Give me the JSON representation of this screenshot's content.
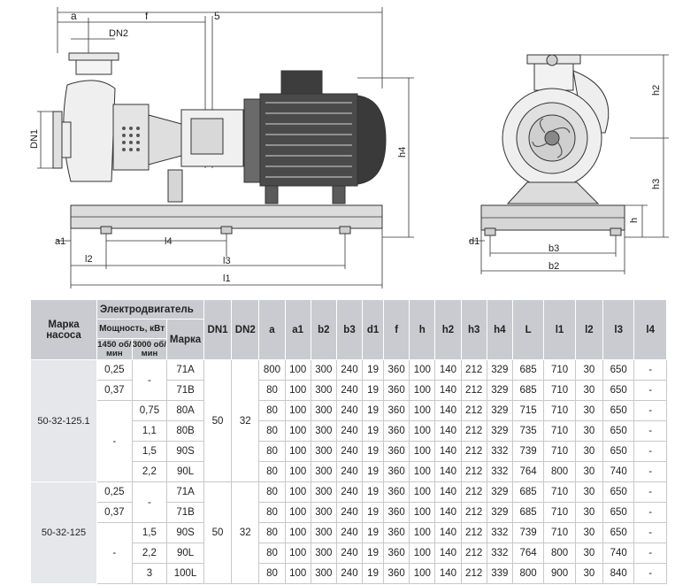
{
  "drawing": {
    "side_view": {
      "labels": [
        "a",
        "f",
        "5",
        "DN2",
        "DN1",
        "h4",
        "a1",
        "l2",
        "l4",
        "l3",
        "l1"
      ]
    },
    "front_view": {
      "labels": [
        "h2",
        "h3",
        "h",
        "d1",
        "b3",
        "b2"
      ]
    },
    "colors": {
      "line": "#333333",
      "motor": "#4a4a4a",
      "frame": "#dcdcdc"
    }
  },
  "table": {
    "header": {
      "model": "Марка насоса",
      "motor": "Электродвигатель",
      "power": "Мощность, кВт",
      "speed_1450": "1450 об/мин",
      "speed_3000": "3000 об/мин",
      "motor_model": "Марка",
      "columns": [
        "DN1",
        "DN2",
        "a",
        "a1",
        "b2",
        "b3",
        "d1",
        "f",
        "h",
        "h2",
        "h3",
        "h4",
        "L",
        "l1",
        "l2",
        "l3",
        "l4"
      ]
    },
    "groups": [
      {
        "model": "50-32-125.1",
        "dn1": "50",
        "dn2": "32",
        "rows": [
          {
            "p1450": "0,25",
            "p3000": "-",
            "motor": "71A",
            "dims": [
              "800",
              "100",
              "300",
              "240",
              "19",
              "360",
              "100",
              "140",
              "212",
              "329",
              "685",
              "710",
              "30",
              "650",
              "-"
            ]
          },
          {
            "p1450": "0,37",
            "p3000": "",
            "motor": "71B",
            "dims": [
              "80",
              "100",
              "300",
              "240",
              "19",
              "360",
              "100",
              "140",
              "212",
              "329",
              "685",
              "710",
              "30",
              "650",
              "-"
            ]
          },
          {
            "p1450": "-",
            "p3000": "0,75",
            "motor": "80A",
            "dims": [
              "80",
              "100",
              "300",
              "240",
              "19",
              "360",
              "100",
              "140",
              "212",
              "329",
              "715",
              "710",
              "30",
              "650",
              "-"
            ]
          },
          {
            "p1450": "",
            "p3000": "1,1",
            "motor": "80B",
            "dims": [
              "80",
              "100",
              "300",
              "240",
              "19",
              "360",
              "100",
              "140",
              "212",
              "329",
              "735",
              "710",
              "30",
              "650",
              "-"
            ]
          },
          {
            "p1450": "",
            "p3000": "1,5",
            "motor": "90S",
            "dims": [
              "80",
              "100",
              "300",
              "240",
              "19",
              "360",
              "100",
              "140",
              "212",
              "332",
              "739",
              "710",
              "30",
              "650",
              "-"
            ]
          },
          {
            "p1450": "",
            "p3000": "2,2",
            "motor": "90L",
            "dims": [
              "80",
              "100",
              "300",
              "240",
              "19",
              "360",
              "100",
              "140",
              "212",
              "332",
              "764",
              "800",
              "30",
              "740",
              "-"
            ]
          }
        ]
      },
      {
        "model": "50-32-125",
        "dn1": "50",
        "dn2": "32",
        "rows": [
          {
            "p1450": "0,25",
            "p3000": "-",
            "motor": "71A",
            "dims": [
              "80",
              "100",
              "300",
              "240",
              "19",
              "360",
              "100",
              "140",
              "212",
              "329",
              "685",
              "710",
              "30",
              "650",
              "-"
            ]
          },
          {
            "p1450": "0,37",
            "p3000": "",
            "motor": "71B",
            "dims": [
              "80",
              "100",
              "300",
              "240",
              "19",
              "360",
              "100",
              "140",
              "212",
              "329",
              "685",
              "710",
              "30",
              "650",
              "-"
            ]
          },
          {
            "p1450": "-",
            "p3000": "1,5",
            "motor": "90S",
            "dims": [
              "80",
              "100",
              "300",
              "240",
              "19",
              "360",
              "100",
              "140",
              "212",
              "332",
              "739",
              "710",
              "30",
              "650",
              "-"
            ]
          },
          {
            "p1450": "",
            "p3000": "2,2",
            "motor": "90L",
            "dims": [
              "80",
              "100",
              "300",
              "240",
              "19",
              "360",
              "100",
              "140",
              "212",
              "332",
              "764",
              "800",
              "30",
              "740",
              "-"
            ]
          },
          {
            "p1450": "",
            "p3000": "3",
            "motor": "100L",
            "dims": [
              "80",
              "100",
              "300",
              "240",
              "19",
              "360",
              "100",
              "140",
              "212",
              "339",
              "800",
              "900",
              "30",
              "840",
              "-"
            ]
          }
        ]
      }
    ]
  }
}
